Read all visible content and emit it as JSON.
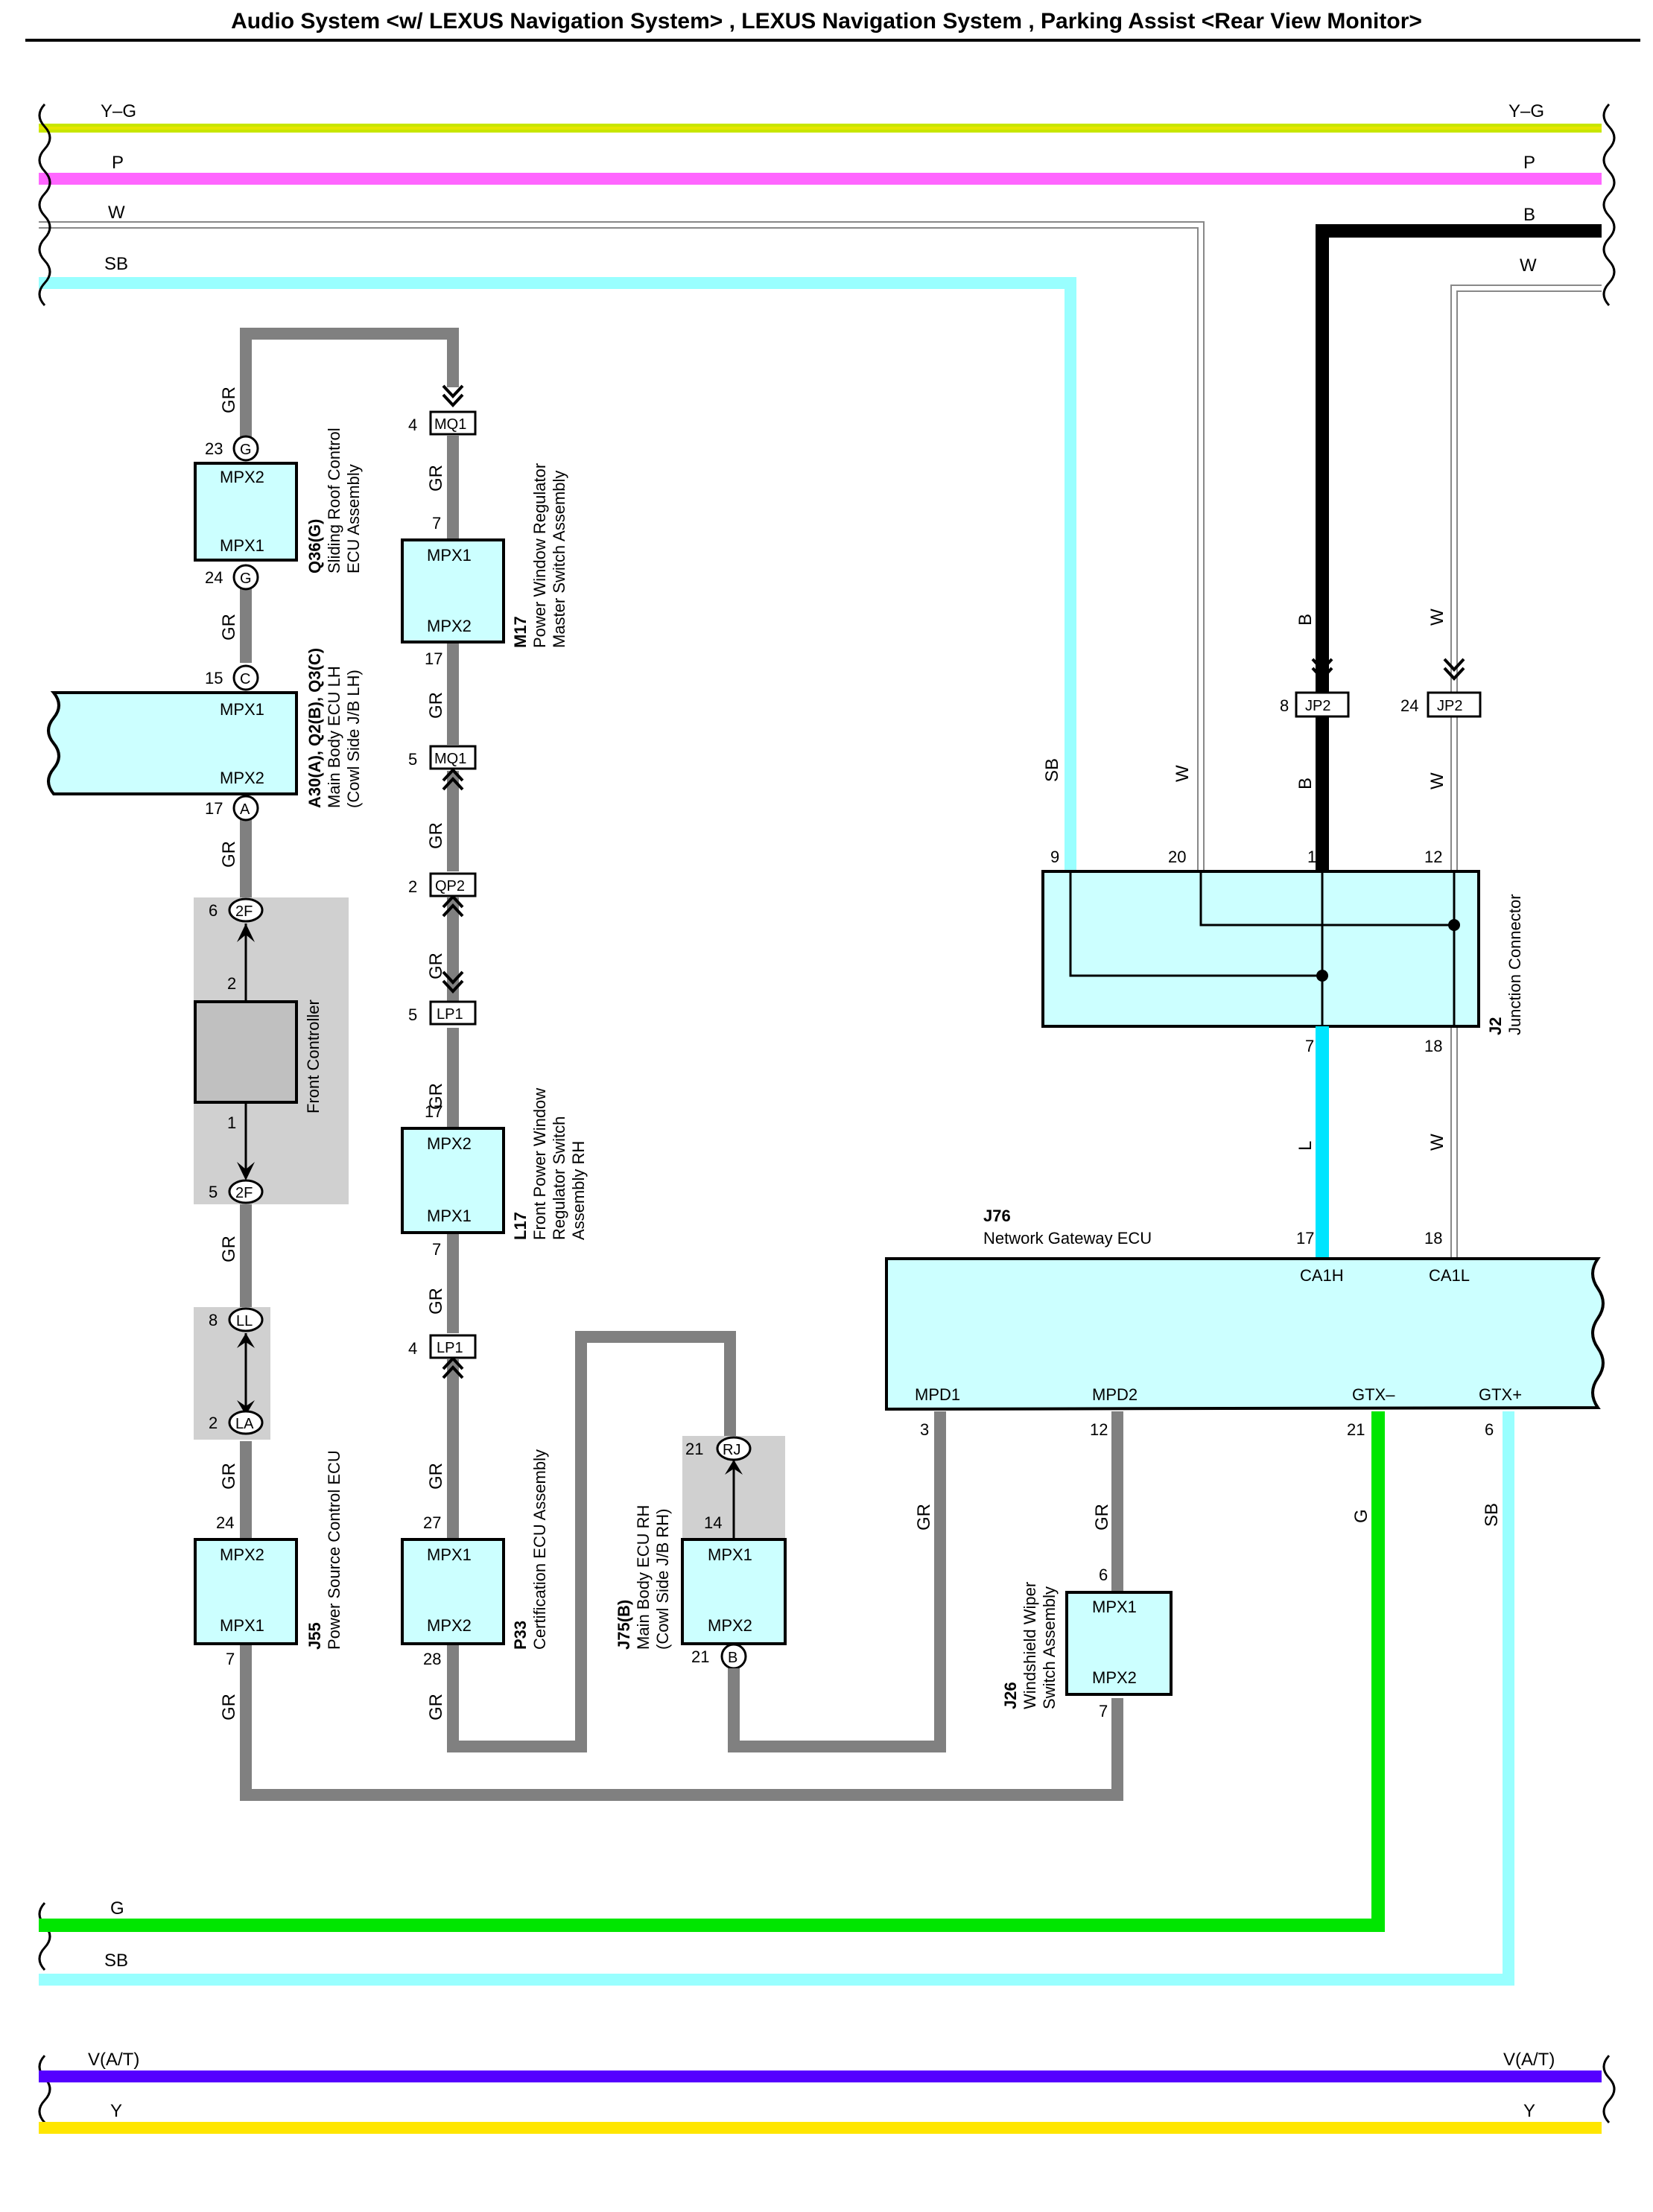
{
  "title": "Audio System <w/ LEXUS Navigation System> , LEXUS Navigation System , Parking Assist <Rear View Monitor>",
  "colors": {
    "Y-G": "#c8e600",
    "P": "#ff66ff",
    "W": "#888888",
    "SB": "#99ffff",
    "B": "#000000",
    "GR": "#808080",
    "L": "#00e5ff",
    "G": "#00e600",
    "V": "#5500ff",
    "Y": "#ffe600",
    "ecu_fill": "#ccffff",
    "shade": "#d0d0d0"
  },
  "wires": {
    "yg": "Y–G",
    "p": "P",
    "w": "W",
    "sb": "SB",
    "b": "B",
    "gr": "GR",
    "l": "L",
    "g": "G",
    "v": "V(A/T)",
    "y": "Y"
  },
  "components": {
    "q36": {
      "code": "Q36(G)",
      "name1": "Sliding Roof Control",
      "name2": "ECU Assembly",
      "top_label": "MPX2",
      "bottom_label": "MPX1",
      "pin_top": "23",
      "pin_bottom": "24",
      "conn": "G"
    },
    "a30": {
      "code": "A30(A), Q2(B), Q3(C)",
      "name1": "Main Body ECU LH",
      "name2": "(Cowl Side J/B LH)",
      "top_label": "MPX1",
      "bottom_label": "MPX2",
      "pin_top": "15",
      "pin_bottom": "17",
      "conn_top": "C",
      "conn_bottom": "A"
    },
    "front": {
      "name": "Front Controller",
      "pin_in": "2",
      "pin_out": "1",
      "jc_top_pin": "6",
      "jc_bottom_pin": "5",
      "jc": "2F"
    },
    "ll": {
      "pin_top": "8",
      "pin_bottom": "2",
      "top": "LL",
      "bottom": "LA"
    },
    "j55": {
      "code": "J55",
      "name": "Power Source Control ECU",
      "top_label": "MPX2",
      "bottom_label": "MPX1",
      "pin_top": "24",
      "pin_bottom": "7"
    },
    "m17": {
      "code": "M17",
      "name1": "Power Window Regulator",
      "name2": "Master Switch Assembly",
      "top_label": "MPX1",
      "bottom_label": "MPX2",
      "pin_top": "7",
      "pin_bottom": "17"
    },
    "mq1a": {
      "pin": "4",
      "label": "MQ1"
    },
    "mq1b": {
      "pin": "5",
      "label": "MQ1"
    },
    "qp2": {
      "pin": "2",
      "label": "QP2"
    },
    "lp1a": {
      "pin": "5",
      "label": "LP1"
    },
    "lp1b": {
      "pin": "4",
      "label": "LP1"
    },
    "l17": {
      "code": "L17",
      "name1": "Front Power Window",
      "name2": "Regulator Switch",
      "name3": "Assembly RH",
      "top_label": "MPX2",
      "bottom_label": "MPX1",
      "pin_top": "17",
      "pin_bottom": "7"
    },
    "p33": {
      "code": "P33",
      "name": "Certification ECU Assembly",
      "top_label": "MPX1",
      "bottom_label": "MPX2",
      "pin_top": "27",
      "pin_bottom": "28"
    },
    "j75": {
      "code": "J75(B)",
      "name1": "Main Body ECU RH",
      "name2": "(Cowl Side J/B RH)",
      "top_label": "MPX1",
      "bottom_label": "MPX2",
      "pin_top": "14",
      "pin_bottom": "21",
      "conn_bottom": "B",
      "jc": "RJ",
      "jc_pin": "21"
    },
    "j26": {
      "code": "J26",
      "name1": "Windshield Wiper",
      "name2": "Switch Assembly",
      "top_label": "MPX1",
      "bottom_label": "MPX2",
      "pin_top": "6",
      "pin_bottom": "7"
    },
    "j2": {
      "code": "J2",
      "name": "Junction Connector",
      "pins_top": [
        "9",
        "20",
        "1",
        "12"
      ],
      "pins_bottom": [
        "7",
        "18"
      ]
    },
    "jp2a": {
      "pin": "8",
      "label": "JP2"
    },
    "jp2b": {
      "pin": "24",
      "label": "JP2"
    },
    "j76": {
      "code": "J76",
      "name": "Network Gateway ECU",
      "pin_ca1h": "17",
      "pin_ca1l": "18",
      "ca1h": "CA1H",
      "ca1l": "CA1L",
      "mpd1": "MPD1",
      "mpd2": "MPD2",
      "gtxm": "GTX–",
      "gtxp": "GTX+",
      "pin_mpd1": "3",
      "pin_mpd2": "12",
      "pin_gtxm": "21",
      "pin_gtxp": "6"
    }
  }
}
